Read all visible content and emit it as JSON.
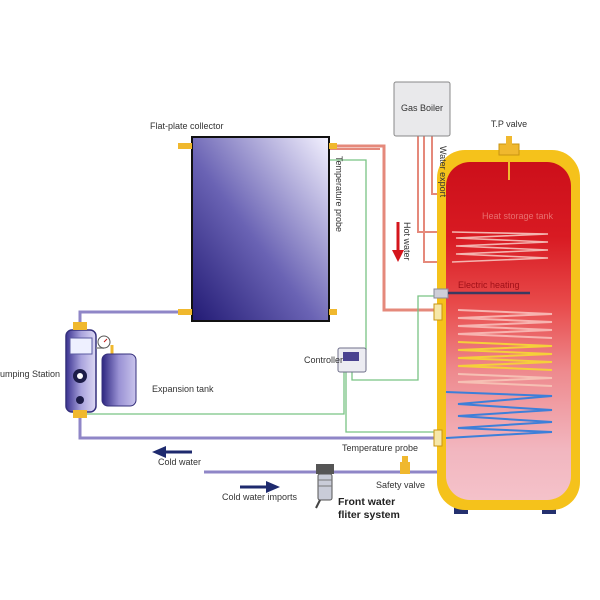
{
  "labels": {
    "gas_boiler": "Gas Boiler",
    "tp_valve": "T.P valve",
    "flat_plate_collector": "Flat-plate collector",
    "temperature_probe_collector": "Temperature probe",
    "water_export": "Water export",
    "heat_storage_tank": "Heat storage tank",
    "hot_water": "Hot water",
    "electric_heating": "Electric heating",
    "controller": "Controller",
    "pumping_station": "umping Station",
    "expansion_tank": "Expansion tank",
    "temperature_probe_tank": "Temperature probe",
    "cold_water": "Cold water",
    "cold_water_imports": "Cold water imports",
    "safety_valve": "Safety valve",
    "front_water_filter_line1": "Front water",
    "front_water_filter_line2": "fliter system"
  },
  "colors": {
    "tank_shell": "#f5c21b",
    "tank_hot": "#d4151c",
    "tank_cold": "#f2b8c2",
    "collector_dark": "#26207a",
    "collector_light": "#f2f0ff",
    "hot_pipe": "#e38a7a",
    "cold_pipe": "#8f86c7",
    "signal_wire": "#6dbf7a",
    "arrow_navy": "#1e2a6e",
    "arrow_red": "#d4151c",
    "fitting_gold": "#f0b82e"
  }
}
